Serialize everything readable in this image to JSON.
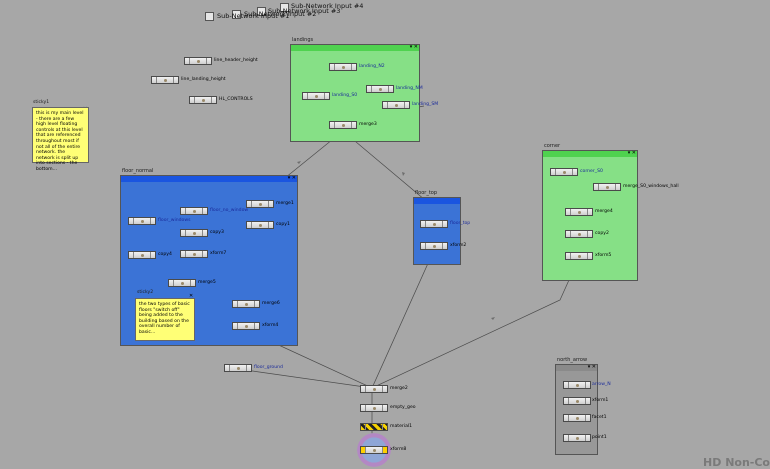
{
  "colors": {
    "background": "#a7a7a7",
    "green_box": "#86e086",
    "green_header": "#4fd24f",
    "blue_box": "#3b73d6",
    "blue_header": "#1a55e0",
    "gray_box": "#989898",
    "sticky": "#ffff76"
  },
  "subnetwork_inputs": [
    "Sub-Network Input #4",
    "Sub-Network Input #3",
    "Sub-Network Input #2",
    "Sub-Network Input #1"
  ],
  "standalone_nodes": [
    {
      "label": "line_header_height"
    },
    {
      "label": "line_landing_height"
    },
    {
      "label": "HL_CONTROLS"
    }
  ],
  "sticky_main": {
    "title": "sticky1",
    "text": "this is my main level - there are a few high level floating controls at this level that are referenced throughout most if not all of the entire network. the network is split up into sections - the bottom..."
  },
  "sticky_floors": {
    "title": "sticky2",
    "text": "the two types of basic floors \"switch off\" being added to the building based on the overall number of basic..."
  },
  "boxes": {
    "landings": {
      "title": "landings",
      "nodes": [
        "landing_N2",
        "landing_NM",
        "landing_S0",
        "landing_SM",
        "merge3"
      ]
    },
    "floor_normal": {
      "title": "floor_normal",
      "nodes": [
        "merge1",
        "floor_no_window",
        "floor_windows",
        "copy1",
        "copy3",
        "xform7",
        "copy4",
        "merge5",
        "merge6",
        "xform4"
      ]
    },
    "floor_top": {
      "title": "floor_top",
      "nodes": [
        "floor_top",
        "xform2"
      ]
    },
    "corner": {
      "title": "corner",
      "nodes": [
        "corner_S0",
        "merge_S0_windows_hall",
        "merge4",
        "copy2",
        "xform5"
      ]
    },
    "north_arrow": {
      "title": "north_arrow",
      "nodes": [
        "arrow_N",
        "xform1",
        "facet1",
        "point1"
      ]
    }
  },
  "bottom_chain": [
    {
      "label": "floor_ground"
    },
    {
      "label": "merge2"
    },
    {
      "label": "empty_geo"
    },
    {
      "label": "material1"
    },
    {
      "label": "xform8"
    }
  ],
  "box_controls": "▾ ✕",
  "watermark": "HD Non-Co"
}
